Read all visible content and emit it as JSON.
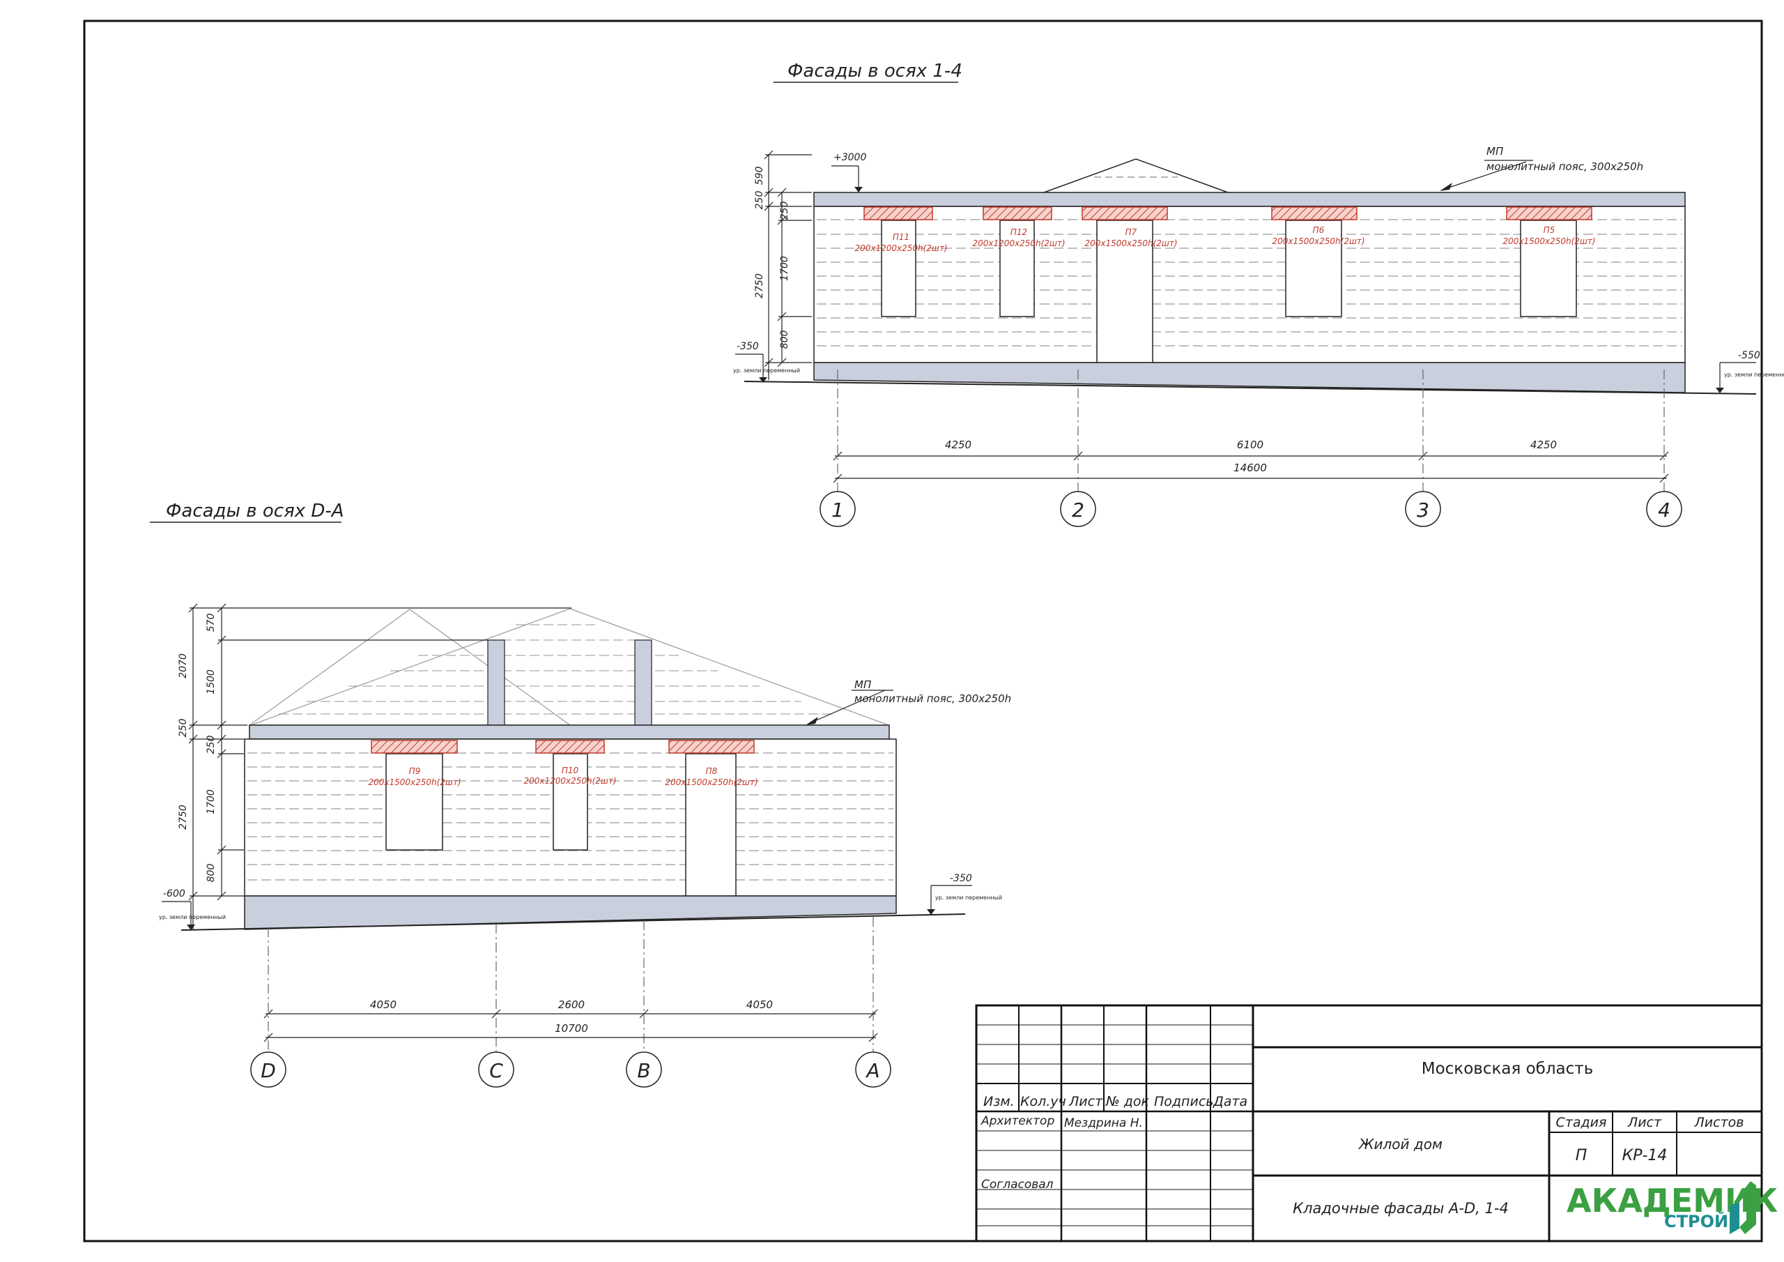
{
  "sheet": {
    "title_facade_1": "Фасады в осях 1-4",
    "title_facade_2": "Фасады в осях D-A"
  },
  "facade_1_4": {
    "level_top": "+3000",
    "level_left": "-350",
    "level_right": "-550",
    "ground_note": "ур. земли переменный",
    "belt_code": "МП",
    "belt_note": "монолитный пояс, 300x250h",
    "left_dims": {
      "outer": [
        "250",
        "590"
      ],
      "wall": "2750",
      "parts": [
        "250",
        "1700",
        "800"
      ]
    },
    "lintels": [
      {
        "code": "П11",
        "spec": "200x1200x250h(2шт)"
      },
      {
        "code": "П12",
        "spec": "200x1200x250h(2шт)"
      },
      {
        "code": "П7",
        "spec": "200x1500x250h(2шт)"
      },
      {
        "code": "П6",
        "spec": "200x1500x250h(2шт)"
      },
      {
        "code": "П5",
        "spec": "200x1500x250h(2шт)"
      }
    ],
    "spans": [
      "4250",
      "6100",
      "4250"
    ],
    "total": "14600",
    "axes": [
      "1",
      "2",
      "3",
      "4"
    ]
  },
  "facade_d_a": {
    "level_left": "-600",
    "level_right": "-350",
    "ground_note": "ур. земли переменный",
    "belt_code": "МП",
    "belt_note": "монолитный пояс, 300x250h",
    "left_dims": {
      "gable": "2070",
      "gable_parts": [
        "570",
        "1500"
      ],
      "belt": "250",
      "wall": "2750",
      "parts": [
        "250",
        "1700",
        "800"
      ]
    },
    "lintels": [
      {
        "code": "П9",
        "spec": "200x1500x250h(2шт)"
      },
      {
        "code": "П10",
        "spec": "200x1200x250h(2шт)"
      },
      {
        "code": "П8",
        "spec": "200x1500x250h(2шт)"
      }
    ],
    "spans": [
      "4050",
      "2600",
      "4050"
    ],
    "total": "10700",
    "axes": [
      "D",
      "C",
      "B",
      "A"
    ]
  },
  "stamp": {
    "headers": [
      "Изм.",
      "Кол.уч",
      "Лист",
      "№ док",
      "Подпись",
      "Дата"
    ],
    "architect_label": "Архитектор",
    "architect_name": "Мездрина Н.",
    "approved_label": "Согласовал",
    "region": "Московская область",
    "object": "Жилой дом",
    "sheet_name": "Кладочные фасады A-D, 1-4",
    "stage_label": "Стадия",
    "sheet_label": "Лист",
    "sheets_label": "Листов",
    "stage_value": "П",
    "sheet_value": "КР-14"
  },
  "logo": {
    "line1": "АКАДЕМИК",
    "line2": "СТРОЙ",
    "color_green": "#3aa041",
    "color_teal": "#1d8f93"
  },
  "colors": {
    "line": "#222222",
    "wall_fill": "#c9cfdc",
    "lintel": "#c0392b",
    "lintel_fill": "#f7d2cc"
  }
}
